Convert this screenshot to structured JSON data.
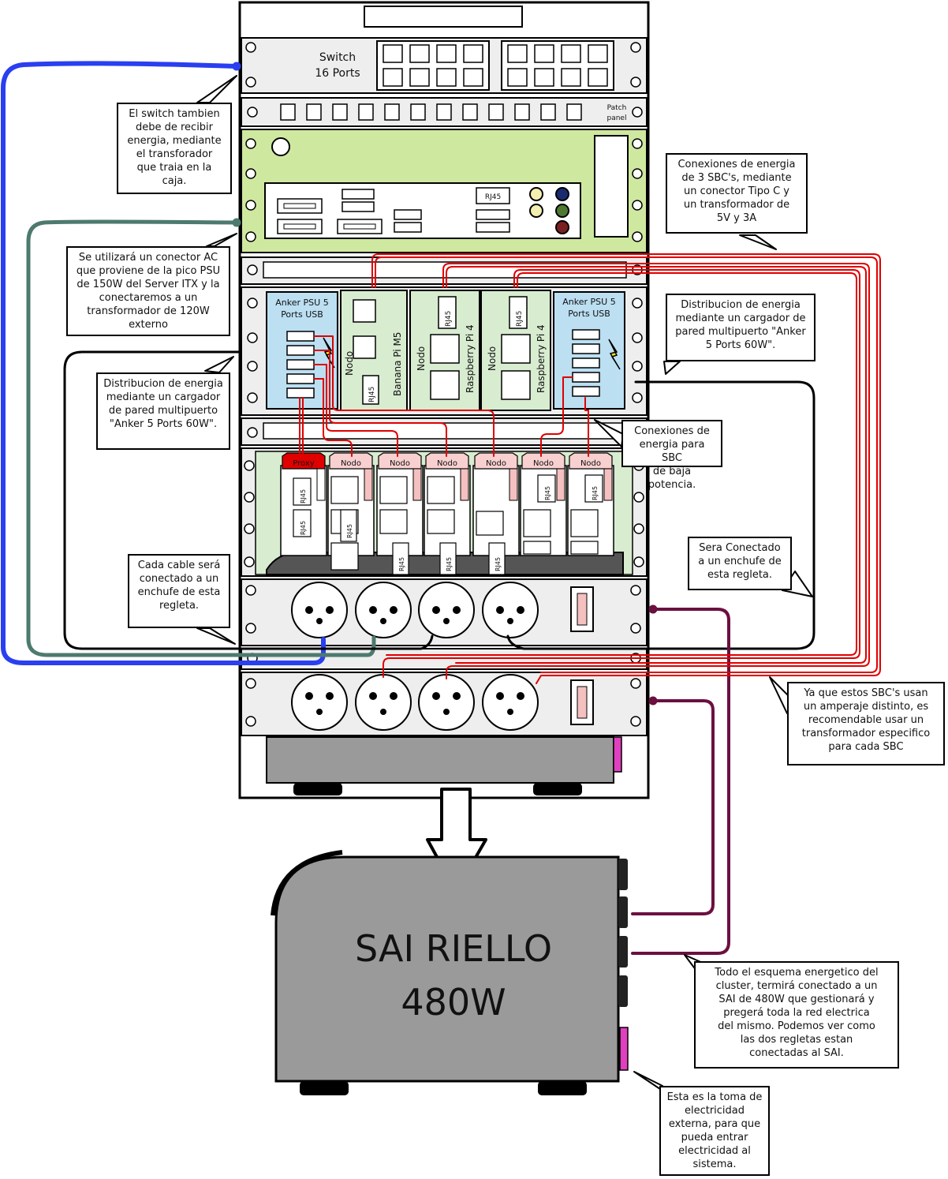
{
  "switch": {
    "line1": "Switch",
    "line2": "16 Ports"
  },
  "patch": {
    "line1": "Patch",
    "line2": "panel"
  },
  "anker_left": {
    "line1": "Anker PSU 5",
    "line2": "Ports USB"
  },
  "anker_right": {
    "line1": "Anker PSU 5",
    "line2": "Ports USB"
  },
  "sbc": {
    "nodo": "Nodo",
    "banana": "Banana Pi M5",
    "raspberry": "Raspberry Pi 4",
    "rj45": "RJ45"
  },
  "bay": {
    "proxy": "Proxy",
    "nodo": "Nodo",
    "rj45": "RJ45"
  },
  "ups": {
    "line1": "SAI RIELLO",
    "line2": "480W"
  },
  "notes": {
    "switch_power": "El switch tambien\ndebe de recibir\nenergia, mediante\nel transforador\nque traia en la\ncaja.",
    "pico_psu": "Se utilizará un conector AC\nque proviene de la pico PSU\nde 150W del Server ITX y la\nconectaremos a un\ntransformador de 120W\nexterno",
    "anker_left": "Distribucion de energia\nmediante un cargador\nde pared multipuerto\n\"Anker 5 Ports 60W\".",
    "cada_cable": "Cada cable será\nconectado a un\nenchufe de esta\nregleta.",
    "tipo_c": "Conexiones de energia\nde 3 SBC's, mediante\nun conector Tipo C y\nun transformador de\n5V y 3A",
    "anker_right": "Distribucion de energia\nmediante un cargador de\npared multipuerto \"Anker\n5 Ports 60W\".",
    "baja_potencia": "Conexiones de\nenergia para SBC\nde baja potencia.",
    "sera_conectado": "Sera Conectado\na un enchufe de\nesta regleta.",
    "amperaje": "Ya que estos SBC's usan\nun amperaje distinto, es\nrecomendable usar un\ntransformador especifico\npara cada SBC",
    "sai": "Todo el esquema energetico del\ncluster, termirá conectado a un\nSAI de 480W que gestionará y\npregerá toda la red electrica\ndel mismo. Podemos ver como\nlas dos regletas estan\nconectadas al SAI.",
    "toma": "Esta es la toma de\nelectricidad\nexterna, para que\npueda entrar\nelectricidad al\nsistema."
  },
  "colors": {
    "green_panel": "#cfe8a0",
    "blue_psu": "#bcdff2",
    "sbc_green": "#d8ecd0",
    "red_cable": "#e00000",
    "blue_cable": "#2a3ff0",
    "teal_cable": "#4d7a6e",
    "maroon_cable": "#6b1040",
    "ups_gray": "#9a9a9a"
  }
}
